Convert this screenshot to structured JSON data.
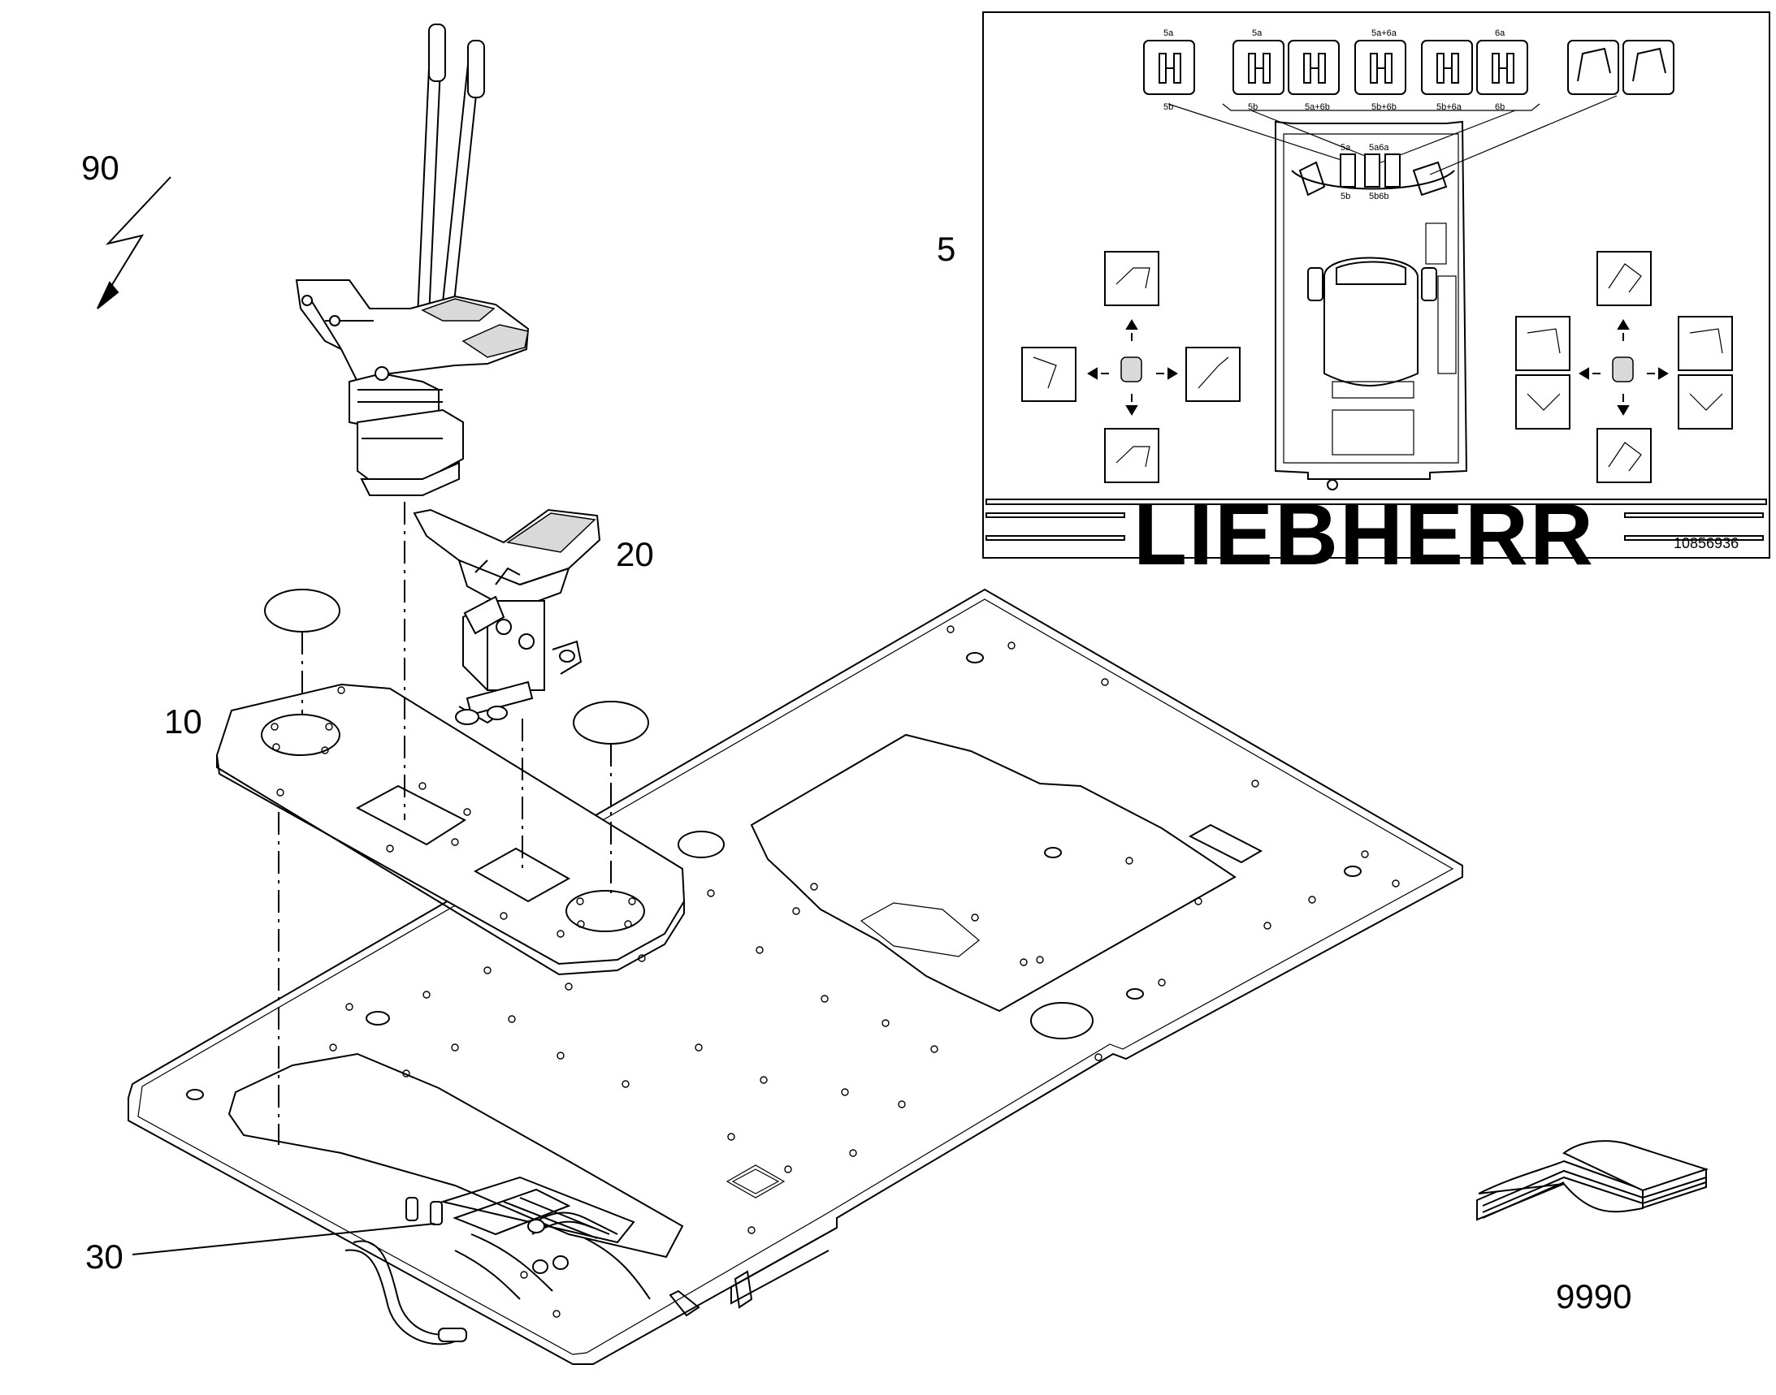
{
  "callouts": {
    "c90": "90",
    "c20": "20",
    "c10": "10",
    "c30": "30",
    "c5": "5",
    "c9990": "9990"
  },
  "decal": {
    "brand": "LIEBHERR",
    "part_number": "10856936",
    "top_labels": [
      "5a",
      "5a+6a",
      "6a"
    ],
    "bottom_labels": [
      "5b",
      "5a+6b",
      "5b+6b",
      "5b+6a",
      "6b"
    ],
    "single_top": "5a",
    "single_bottom": "5b",
    "pedal_top_labels": [
      "5a",
      "5a6a"
    ],
    "pedal_bottom_labels": [
      "5b",
      "5b6b"
    ]
  },
  "icons": {
    "lightning": "electrical-symbol-icon",
    "book": "manual-book-icon"
  }
}
